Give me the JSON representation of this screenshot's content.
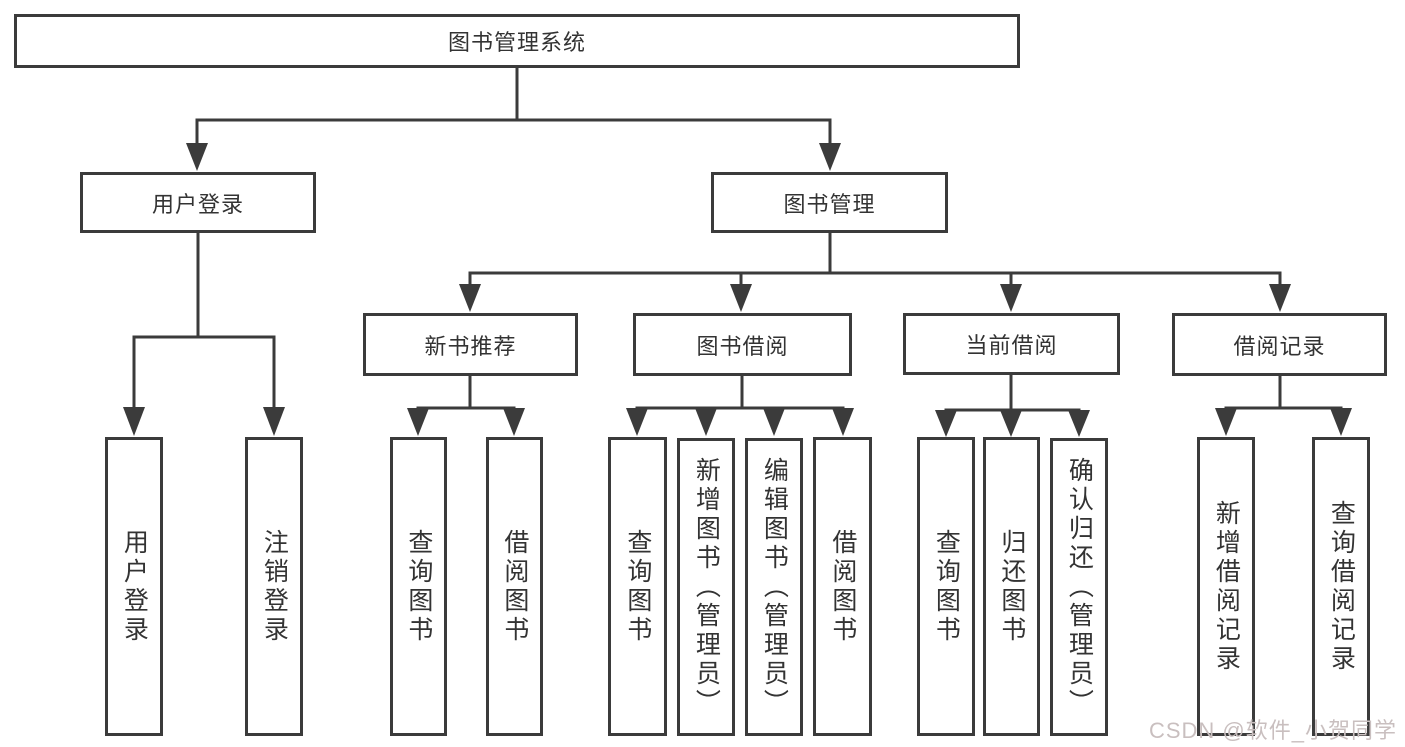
{
  "colors": {
    "line": "#3b3b3b",
    "box_background": "#ffffff",
    "text": "#333333",
    "watermark": "#c9bfbf"
  },
  "watermark": {
    "text": "CSDN @软件_小贺同学"
  },
  "tree": {
    "root": {
      "label": "图书管理系统"
    },
    "login": {
      "label": "用户登录",
      "children": [
        {
          "label": "用户登录"
        },
        {
          "label": "注销登录"
        }
      ]
    },
    "management": {
      "label": "图书管理",
      "children": {
        "recommend": {
          "label": "新书推荐",
          "children": [
            {
              "label": "查询图书"
            },
            {
              "label": "借阅图书"
            }
          ]
        },
        "borrow": {
          "label": "图书借阅",
          "children": [
            {
              "label": "查询图书"
            },
            {
              "label": "新增图书（管理员）"
            },
            {
              "label": "编辑图书（管理员）"
            },
            {
              "label": "借阅图书"
            }
          ]
        },
        "current": {
          "label": "当前借阅",
          "children": [
            {
              "label": "查询图书"
            },
            {
              "label": "归还图书"
            },
            {
              "label": "确认归还（管理员）"
            }
          ]
        },
        "records": {
          "label": "借阅记录",
          "children": [
            {
              "label": "新增借阅记录"
            },
            {
              "label": "查询借阅记录"
            }
          ]
        }
      }
    }
  }
}
